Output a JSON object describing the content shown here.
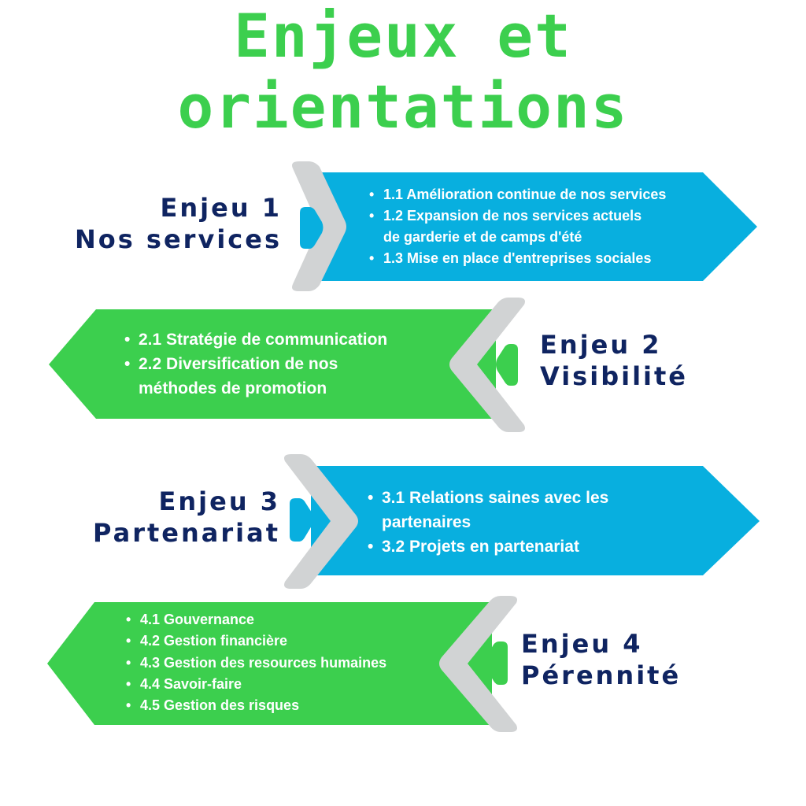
{
  "title": {
    "line1": "Enjeux et",
    "line2": "orientations"
  },
  "colors": {
    "title_green": "#3ccf4e",
    "arrow_blue": "#08afdf",
    "arrow_green": "#3ccf4e",
    "chevron_grey": "#d1d3d4",
    "label_navy": "#0f2461",
    "item_text": "#ffffff"
  },
  "enjeux": [
    {
      "number_label": "Enjeu 1",
      "name": "Nos services",
      "color": "blue",
      "items": [
        {
          "text": "1.1 Amélioration continue de nos services"
        },
        {
          "text": "1.2 Expansion de nos services actuels",
          "continuation": "de garderie et de camps d'été"
        },
        {
          "text": "1.3 Mise en place d'entreprises sociales"
        }
      ]
    },
    {
      "number_label": "Enjeu 2",
      "name": "Visibilité",
      "color": "green",
      "items": [
        {
          "text": "2.1 Stratégie de communication"
        },
        {
          "text": "2.2 Diversification de nos",
          "continuation": "méthodes de promotion"
        }
      ]
    },
    {
      "number_label": "Enjeu 3",
      "name": "Partenariat",
      "color": "blue",
      "items": [
        {
          "text": "3.1 Relations saines avec les",
          "continuation": "partenaires"
        },
        {
          "text": "3.2 Projets en partenariat"
        }
      ]
    },
    {
      "number_label": "Enjeu 4",
      "name": "Pérennité",
      "color": "green",
      "items": [
        {
          "text": "4.1 Gouvernance"
        },
        {
          "text": "4.2 Gestion financière"
        },
        {
          "text": "4.3 Gestion des resources humaines"
        },
        {
          "text": "4.4 Savoir-faire"
        },
        {
          "text": "4.5 Gestion des risques"
        }
      ]
    }
  ],
  "bullet_glyph": "•"
}
